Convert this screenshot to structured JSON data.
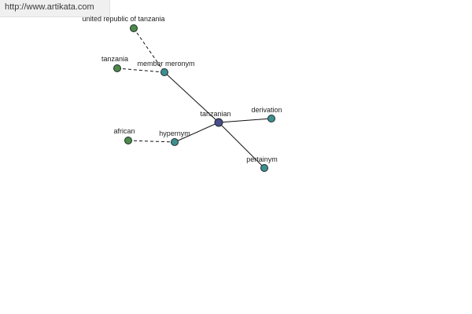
{
  "source_url": "http://www.artikata.com",
  "colors": {
    "center": "#4b4d8c",
    "relation": "#3f8f8f",
    "word": "#4d8a4a",
    "edge": "#111111"
  },
  "graph": {
    "center": {
      "label": "tanzanian",
      "icon": "center-node-circle"
    },
    "relations": [
      {
        "label": "member meronym"
      },
      {
        "label": "derivation"
      },
      {
        "label": "hypernym"
      },
      {
        "label": "pertainym"
      }
    ],
    "words": [
      {
        "label": "united republic of tanzania",
        "relation": "member meronym"
      },
      {
        "label": "tanzania",
        "relation": "member meronym"
      },
      {
        "label": "african",
        "relation": "hypernym"
      }
    ]
  }
}
